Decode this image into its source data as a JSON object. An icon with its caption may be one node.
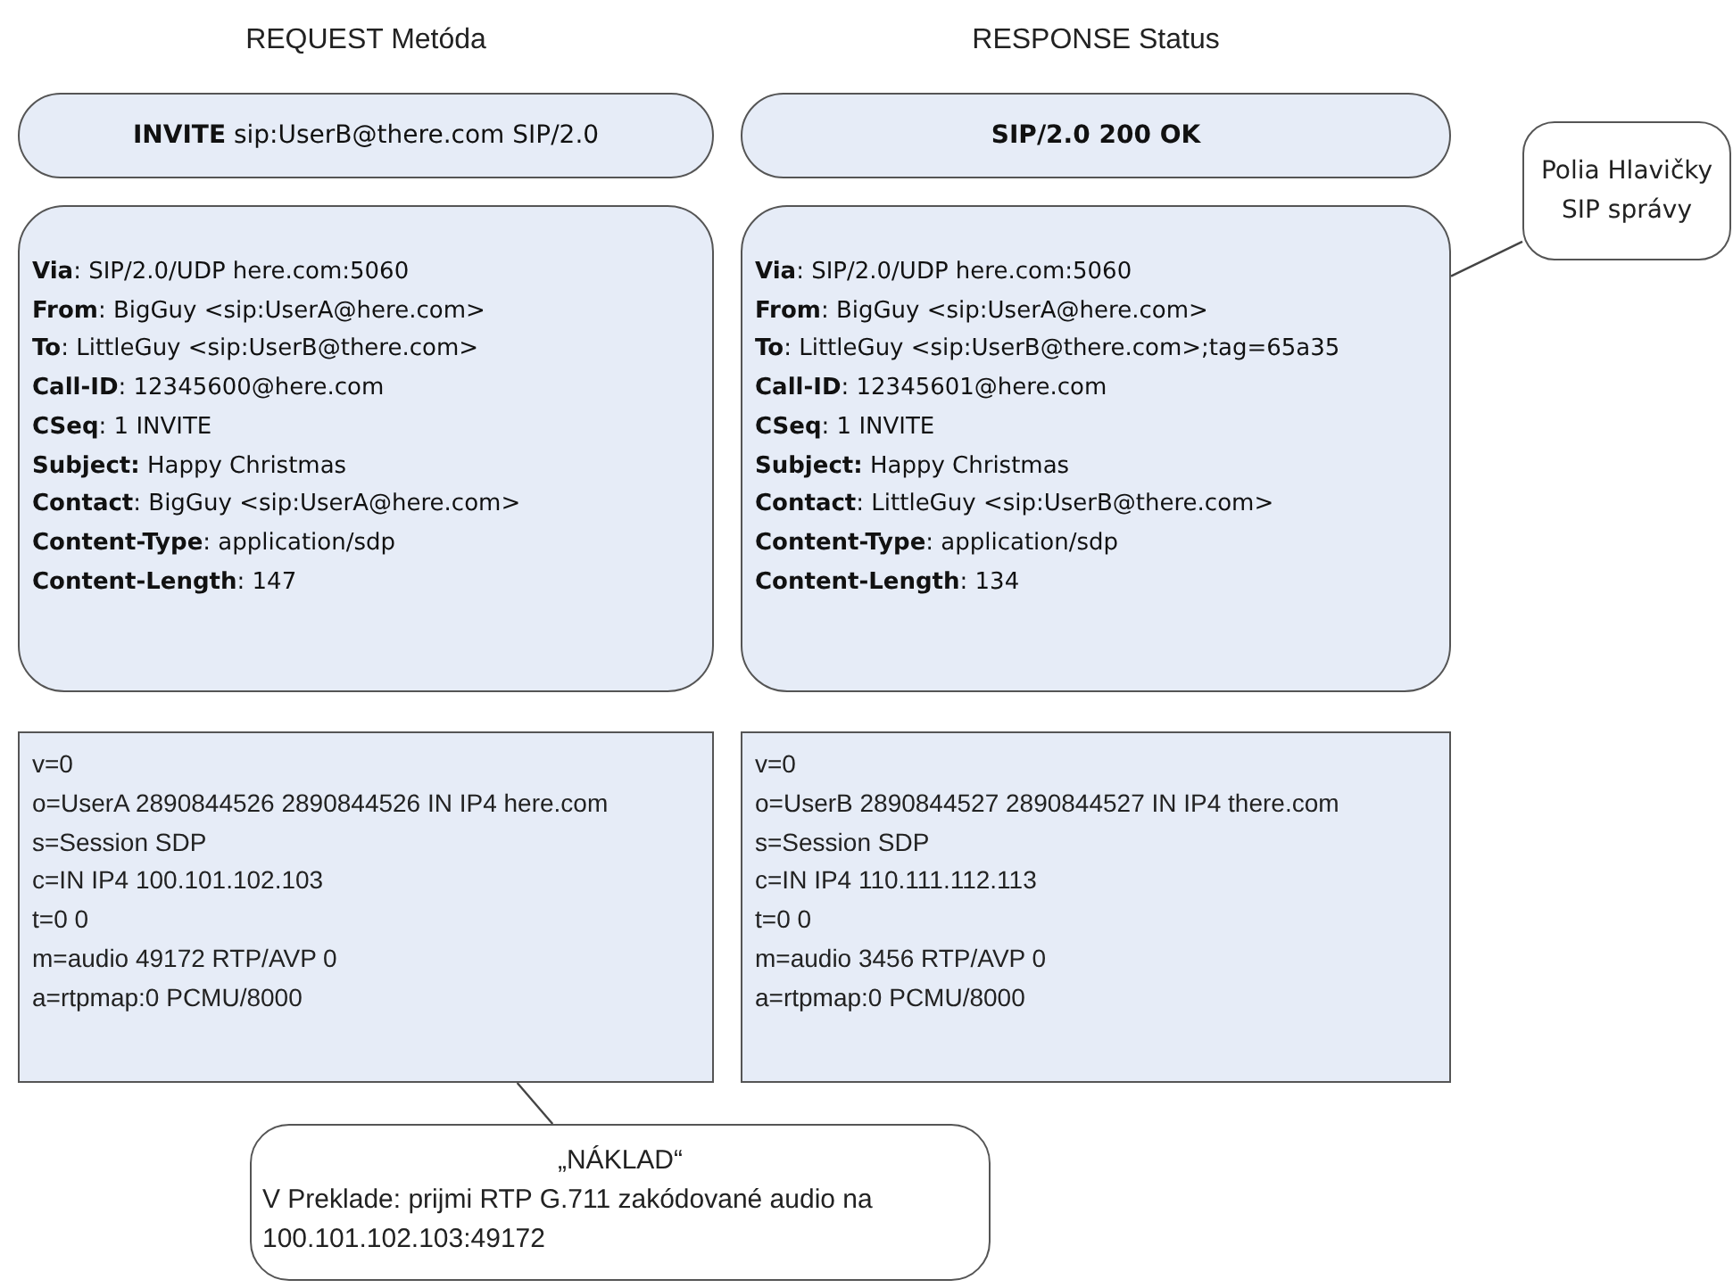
{
  "diagram": {
    "nodes": [
      {
        "text": [
          "**INVITE** sip:UserB@there.com SIP/2.0"
        ]
      },
      {
        "text": [
          "SIP/2.0 200 OK"
        ]
      },
      {
        "text": [
          "**Via**: SIP/2.0/UDP here.com:5060",
          "**From**: BigGuy <sip:UserA@here.com>",
          "**To**: LittleGuy <sip:UserB@there.com>",
          "**Call-ID**: 12345600@here.com",
          "**CSeq**: 1 INVITE",
          "**Subject:** Happy Christmas",
          "**Contact**: BigGuy <sip:UserA@here.com>",
          "**Content-Type**: application/sdp",
          "**Content-Length**: 147"
        ]
      },
      {
        "text": [
          "**Via**: SIP/2.0/UDP here.com:5060",
          "**From**: BigGuy <sip:UserA@here.com>",
          "**To**: LittleGuy <sip:UserB@there.com>;tag=65a35",
          "**Call-ID**: 12345601@here.com",
          "**CSeq**: 1 INVITE",
          "**Subject:** Happy Christmas",
          "**Contact**: LittleGuy <sip:UserB@there.com>",
          "**Content-Type**: application/sdp",
          "**Content-Length**: 134"
        ]
      },
      {
        "text": [
          "Polia Hlavičky SIP správy"
        ]
      },
      {
        "text": [
          "v=0",
          "o=UserA 2890844526 2890844526 IN IP4 here.com",
          "s=Session SDP",
          "c=IN IP4 100.101.102.103",
          "t=0 0",
          "m=audio 49172 RTP/AVP 0",
          "a=rtpmap:0 PCMU/8000"
        ]
      },
      {
        "text": [
          "v=0",
          "o=UserB 2890844527 2890844527 IN IP4 there.com",
          "s=Session SDP",
          "c=IN IP4 110.111.112.113",
          "t=0 0",
          "m=audio 3456 RTP/AVP 0",
          "a=rtpmap:0 PCMU/8000"
        ]
      },
      {
        "text": [
          "„NÁKLAD“",
          "V Preklade: prijmi RTP G.711 zakódované audio na 100.101.102.103:49172"
        ]
      }
    ],
    "edges": [
      {
        "from": 4,
        "to": 3,
        "arrow": "none"
      },
      {
        "from": 7,
        "to": 5,
        "arrow": "none"
      }
    ],
    "labels": [
      "REQUEST Metóda",
      "RESPONSE Status"
    ]
  }
}
